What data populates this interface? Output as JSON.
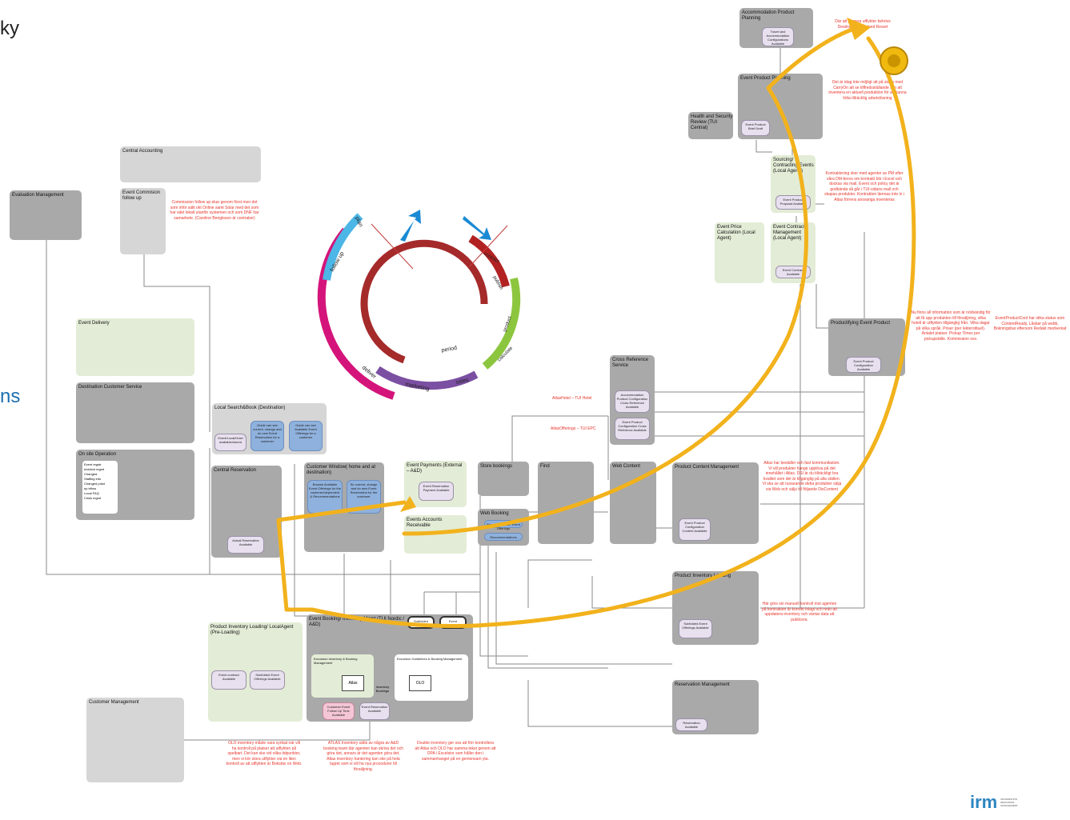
{
  "page": {
    "edge_top": "ky",
    "edge_mid": "ns"
  },
  "boxes": {
    "central_accounting": "Central Accounting",
    "evaluation_management": "Evaluation Management",
    "event_commission": "Event Commision follow up",
    "event_delivery": "Event Delivery",
    "destination_customer_service": "Destination Customer Service",
    "on_site_operation": "On site Operation",
    "local_search_book": "Local Search&Book (Destination)",
    "central_reservation": "Central Reservation",
    "customer_window": "Customer Window( home and at destination)",
    "event_payments": "Event Payments (External – A&D)",
    "events_accounts_receivable": "Events Accounts Receivable",
    "store_bookings": "Store bookings",
    "find": "Find",
    "web_booking": "Web Booking",
    "web_content": "Web Content",
    "cross_reference_service": "Cross Reference Service",
    "product_content_management": "Product Content Management",
    "product_inventory_loading": "Product Inventory Loading",
    "reservation_management": "Reservation Management",
    "customer_management": "Customer Management",
    "event_booking_inventory": "Event Booking/ Inventory Mgmt (TUI Nordic / A&D)",
    "product_inventory_loading_localagent": "Product Inventory Loading/ LocalAgent (Pre-Loading)",
    "accommodation_product_planning": "Accommodation Product Planning",
    "event_product_planning": "Event Product Planning",
    "health_security_review": "Health and Security Review (TUI Central)",
    "sourcing_contracting": "Sourcing/ Contracting Events (Local Agent )",
    "event_price_calculation": "Event Price Calculation (Local Agent)",
    "event_contract_management": "Event Contract Management (Local Agent)",
    "productifying_event_product": "Productifying Event Product"
  },
  "on_site_list": [
    "Event regstr",
    "Incident mgmt",
    "Changed",
    "Staffing info",
    "Changed prdct",
    "up trflow",
    "Local FAQ",
    "Crisis mgmt"
  ],
  "pills": {
    "accommodation_planning": "Travel and Accommodation Configurations Available",
    "event_planning": "Event Product Brief Draft",
    "sourcing": "Event Product Proposal Available",
    "contract": "Event Contract Available",
    "productifying": "Event Product Configuration Available",
    "cross_ref_1": "Accommodation Product Configuration Cross Reference Available",
    "cross_ref_2": "Event Product Configuration Cross Reference Available",
    "product_content": "Event Product Configuration Content Available",
    "inventory_loading": "Subfolded Event Offerings Available",
    "reservation": "Reservation Available",
    "central_reservation": "Actual Reservation Available",
    "local_search_1": "Event/Local/Hotel available/stored",
    "local_search_2": "Guide can see current, change and do new Event Reservation for a customer",
    "local_search_3": "Guide can see Available Event Offerings for a customer",
    "customer_window_1": "Browse Available Event Offerings for the customer/dependent & Recommendations",
    "customer_window_2": "Se current, change and do new Event Reservation for the customer",
    "event_payments": "Event Reservation Payment Available",
    "web_booking": "Browse Available Event Offerings",
    "web_booking_2": "Recommendations",
    "preload_1": "Event contract Available",
    "preload_2": "Subfolded Event Offerings Available",
    "booking_1": "Customer Event Follow Up Time Available",
    "booking_2": "Event Reservation Available",
    "top_1": "Subfolded Events",
    "top_2": "Event Reservations"
  },
  "booking_inner": {
    "left_title": "Excursion Inventory & Booking Management",
    "right_title": "Excursion Guidelines & Booking Management",
    "atlas": "Atlas",
    "olo": "OLO",
    "inventory": "Inventory Bookings"
  },
  "wheel": {
    "plan": "plan",
    "contract": "contract",
    "product": "product",
    "calculate": "calculate",
    "publish": "publish",
    "marketing": "marketing",
    "sales": "sales",
    "deliver": "deliver",
    "follow_up": "follow up",
    "period": "period"
  },
  "notes": {
    "commission": "Commission follow up ekar genom först men det som inför sälit okt Online samt Solar med det som har säkt lokalt utanför systemen och som DNF har samarbete. (Caroline Bengtsson är contraker)",
    "accommodation_top": "Där att planera utflykter behövs Destinationsinfo med Resort",
    "event_planning": "Det är idag inte möjligt att på sidan med CarryOn att se tillfredsställande syn att inventera en aktuell produktion för att kunna hitta tillräcklig arbetslösning",
    "sourcing": "Kontraktering sker med agenter av PM efter våra DM-brevs om kontrakt blir i Excel och dockas via mail. Event och policy det är godkända så går i TUI-sidans mall och skapas produkter. Kontrakten lämnas inte in i Atlas förrens ansvariga inventeras",
    "productifying": "Nu finns all information som är nödvändig för att få upp produkten till försäljning, vilka hotell är utflykten tillgänglig från. Vilka dagar på vilka språk. Priser (per lekterstituel). Antalet platser. Pickup Times per pickupställe. Kommission osv.",
    "event_product_can": "EventProductCont har olika status som ContentReady, Låsbar på webb, Bokningsbar eftersom Redakt medverkat",
    "atlas_hotel": "AtlasHotel – TUI Hotel",
    "atlas_offerings": "AtlasOfferings – TUI EPC",
    "content_mgmt": "Atlas har beställer och fast kommunikation. Vi vill produkter hänge upplösa på det innehållet i Atlas. DSI är du tillräckligt bra kvalitet som det är tillgänglig på alla ställen. Vi ska se att nuvarande detta produkter sälja via Web och säljs till följande DisContent",
    "inventory_loading": "Här görs sin manuell kontroll mot agenten på kontrakten är korrekt inlagt och redo att uppdatera inventory och väntar data att publicera.",
    "bottom_1": "OLO inventory måste vara synkat när vill ha kontroll på platser att utflykten på spelbart. Det kan ske vid olika tidpunkter, men vi kör stora utflykter via en liten kontroll av att utflykten är Bokstäv on Web.",
    "bottom_2": "ATLAS Inventory sätts av några av A&D booking team där agenten kan skriva det och göra det, annars är det agenten göra det. Atlas inventory hantering kan ske på hela lagret som vi vill ha nya procedurer till försäljning.",
    "bottom_3": "Double inventory ger oss att förr kontrollera att Atlas och OLO har samma tekst genom att OPA i Excelsior som håller den i sammanhanget på en gemensam yta."
  },
  "logo": {
    "text": "irm",
    "sub": "INFORMATION RESOURCE MANAGEMENT"
  },
  "colors": {
    "flow_arrow": "#f2b21c",
    "note_red": "#e8352b",
    "box_dark": "#a9a9a9",
    "box_light": "#d6d6d6",
    "box_green": "#e3ecd6",
    "pill_blue": "#8fb1dd",
    "logo_blue": "#2e86c1"
  }
}
